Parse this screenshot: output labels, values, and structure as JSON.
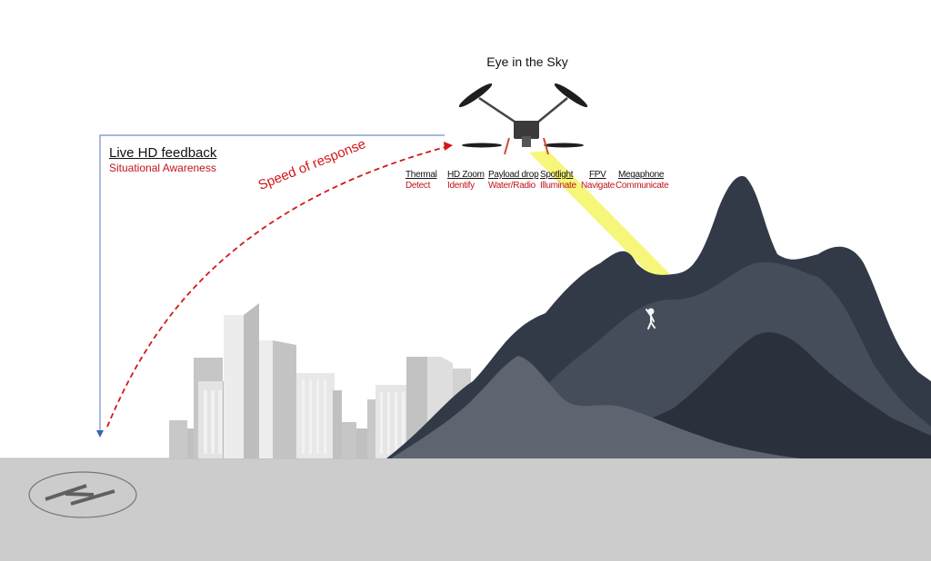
{
  "title": "Eye in the Sky",
  "feedback": {
    "title": "Live HD feedback",
    "subtitle": "Situational Awareness"
  },
  "response_label": "Speed of response",
  "capabilities": [
    {
      "name": "Thermal",
      "function": "Detect"
    },
    {
      "name": "HD Zoom",
      "function": "Identify"
    },
    {
      "name": "Payload drop",
      "function": "Water/Radio"
    },
    {
      "name": "Spotlight",
      "function": "Illuminate"
    },
    {
      "name": "FPV",
      "function": "Navigate"
    },
    {
      "name": "Megaphone",
      "function": "Communicate"
    }
  ],
  "icons": {
    "drone": "quadcopter-drone-icon",
    "helipad": "helipad-h-icon",
    "person": "waving-person-icon",
    "spotlight": "spotlight-beam"
  },
  "colors": {
    "accent_red": "#c0141c",
    "feedback_line": "#6f8fcf",
    "spotlight": "#f6f67a",
    "ground": "#cccccc",
    "mountain_dark": "#323a47",
    "mountain_mid": "#454d5a",
    "mountain_light": "#5f6570",
    "city": "#c9c9c9"
  }
}
